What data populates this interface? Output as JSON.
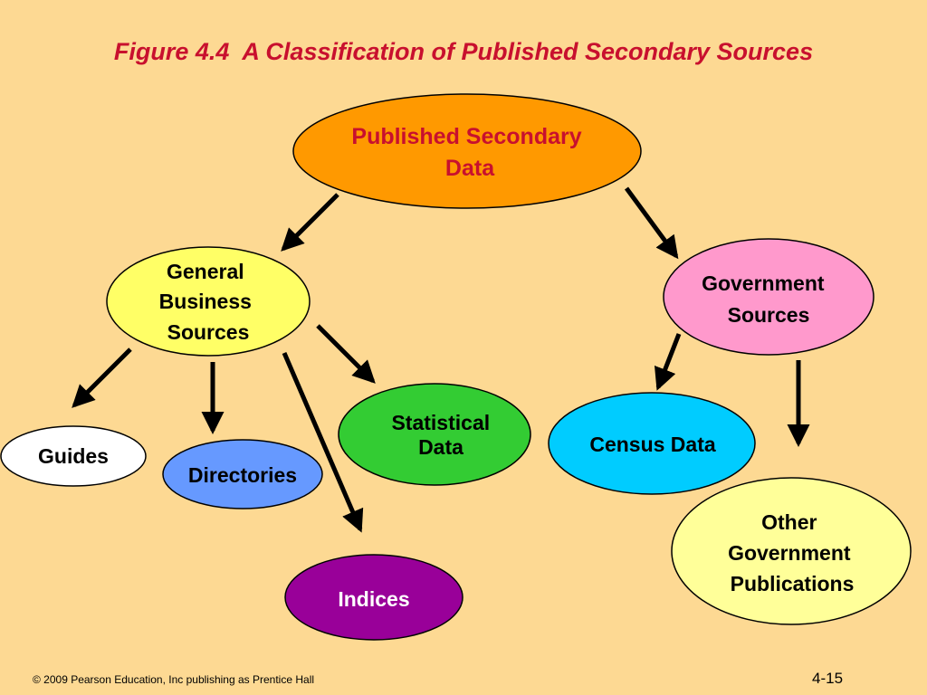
{
  "title": "Figure 4.4  A Classification of Published Secondary Sources",
  "colors": {
    "background": "#FDD993",
    "title": "#C8102E",
    "root_fill": "#FF9900",
    "general_fill": "#FFFF66",
    "government_fill": "#FF99CC",
    "guides_fill": "#FFFFFF",
    "directories_fill": "#6699FF",
    "statistical_fill": "#33CC33",
    "census_fill": "#00CCFF",
    "other_gov_fill": "#FFFF99",
    "indices_fill": "#990099"
  },
  "nodes": {
    "root": [
      "Published Secondary",
      "Data"
    ],
    "general": [
      "General",
      "Business",
      "Sources"
    ],
    "government": [
      "Government",
      "Sources"
    ],
    "guides": [
      "Guides"
    ],
    "directories": [
      "Directories"
    ],
    "statistical": [
      "Statistical",
      "Data"
    ],
    "census": [
      "Census Data"
    ],
    "other_gov": [
      "Other",
      "Government",
      "Publications"
    ],
    "indices": [
      "Indices"
    ]
  },
  "footer": {
    "copyright": "© 2009 Pearson Education, Inc publishing as Prentice Hall",
    "page": "4-15"
  }
}
